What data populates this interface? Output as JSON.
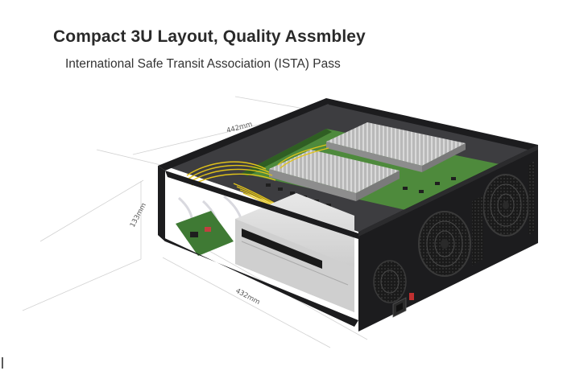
{
  "heading": {
    "title": "Compact 3U Layout, Quality Assmbley",
    "subtitle": "International Safe Transit Association  (ISTA) Pass"
  },
  "dimensions": {
    "width": "442mm",
    "height": "133mm",
    "depth": "432mm"
  },
  "colors": {
    "background": "#ffffff",
    "chassis": "#1c1c1e",
    "pcb": "#4e8a3c",
    "heatsink": "#c8c8c8",
    "psu": "#d8d8d8",
    "wires": "#e0c21a",
    "dimension_lines": "#cfcfcf"
  }
}
